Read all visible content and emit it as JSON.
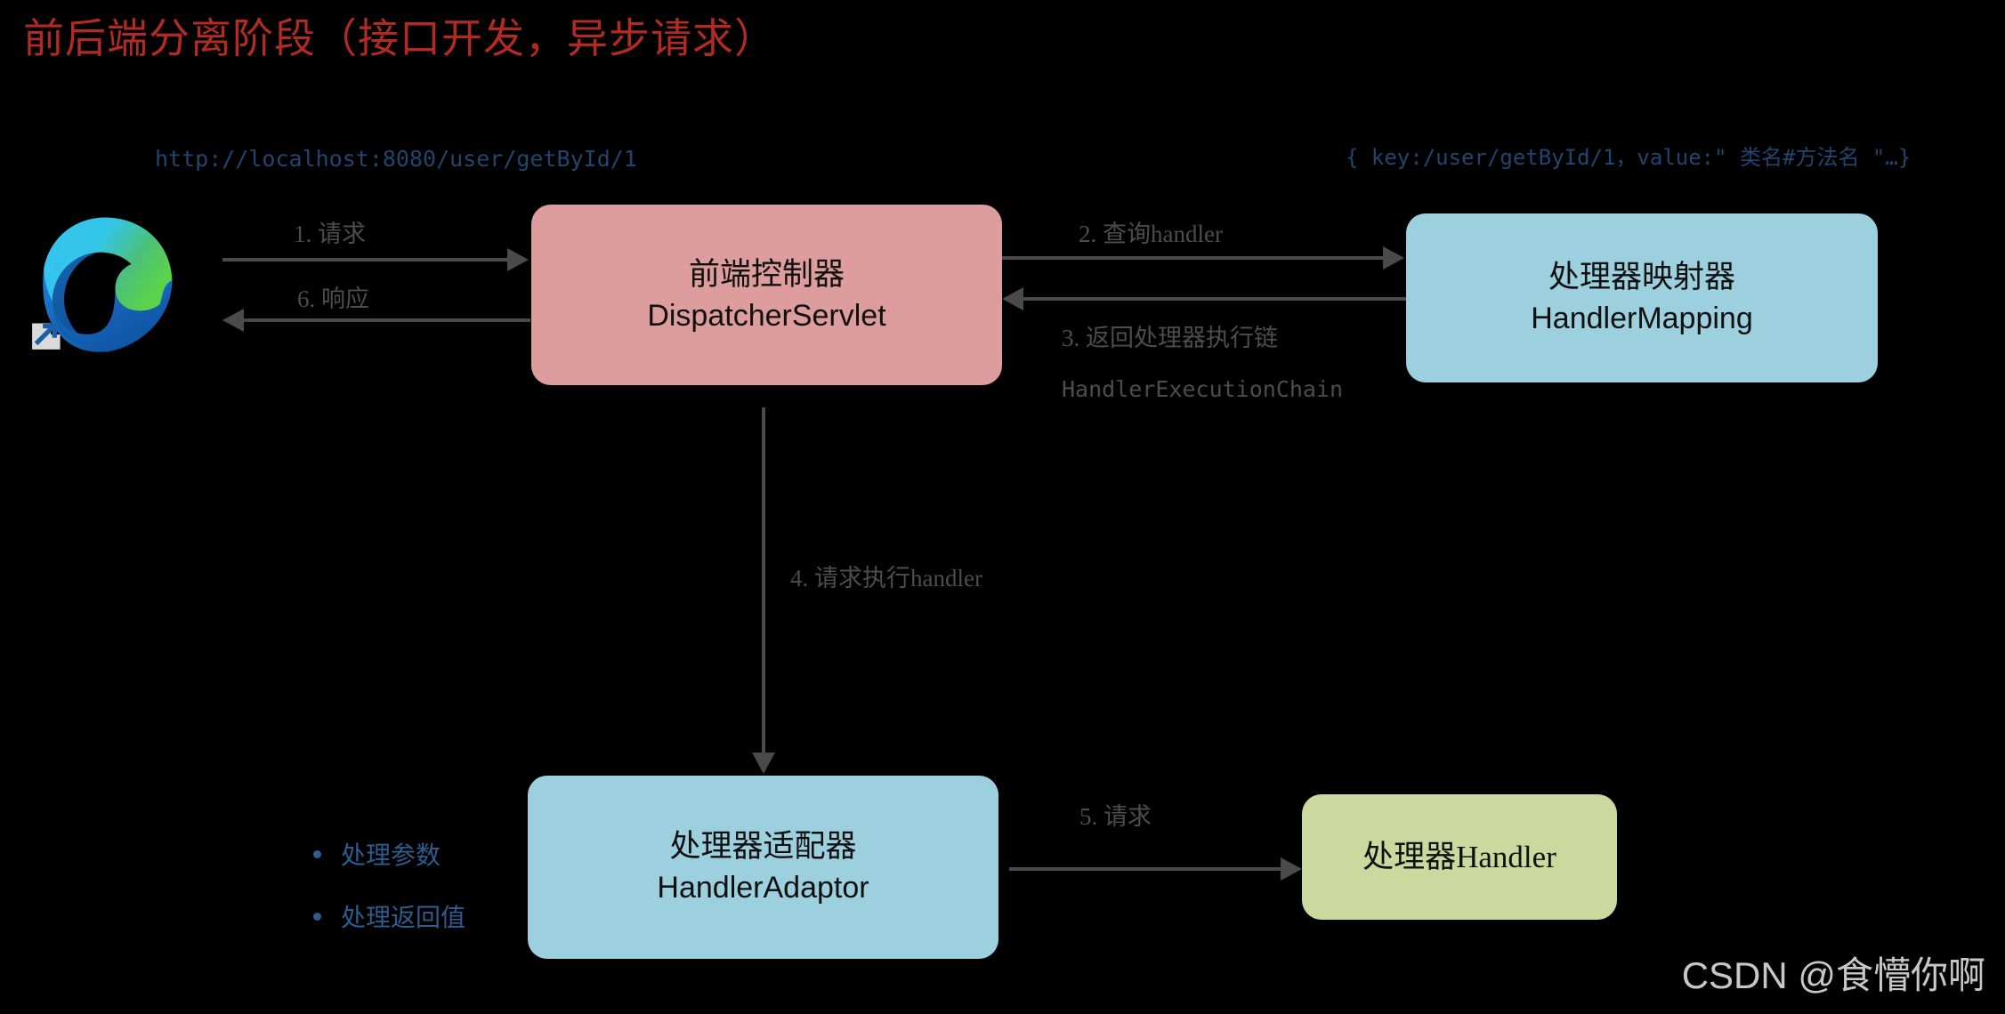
{
  "title": "前后端分离阶段（接口开发，异步请求）",
  "title_color": "#b12b23",
  "background_color": "#000000",
  "annotations": {
    "url": "http://localhost:8080/user/getById/1",
    "handler_mapping_entry": "{ key:/user/getById/1，value:\" 类名#方法名 \"…}"
  },
  "nodes": {
    "browser": {
      "icon": "edge-browser-icon",
      "shortcut_badge": "shortcut-arrow-icon"
    },
    "dispatcher": {
      "cn": "前端控制器",
      "en": "DispatcherServlet",
      "color": "#dd9d9d"
    },
    "handler_mapping": {
      "cn": "处理器映射器",
      "en": "HandlerMapping",
      "color": "#9dd0df"
    },
    "handler_adaptor": {
      "cn": "处理器适配器",
      "en": "HandlerAdaptor",
      "color": "#9dd0df"
    },
    "handler": {
      "label": "处理器Handler",
      "color": "#ccd99e"
    }
  },
  "arrows": {
    "step1": "1. 请求",
    "step6": "6. 响应",
    "step2": "2. 查询handler",
    "step3": "3. 返回处理器执行链",
    "step3_sub": "HandlerExecutionChain",
    "step4": "4. 请求执行handler",
    "step5": "5. 请求",
    "line_color": "#4a4a4a"
  },
  "bullets": [
    {
      "label": "处理参数"
    },
    {
      "label": "处理返回值"
    }
  ],
  "bullet_color": "#2f5c8f",
  "watermark": "CSDN @食懵你啊"
}
